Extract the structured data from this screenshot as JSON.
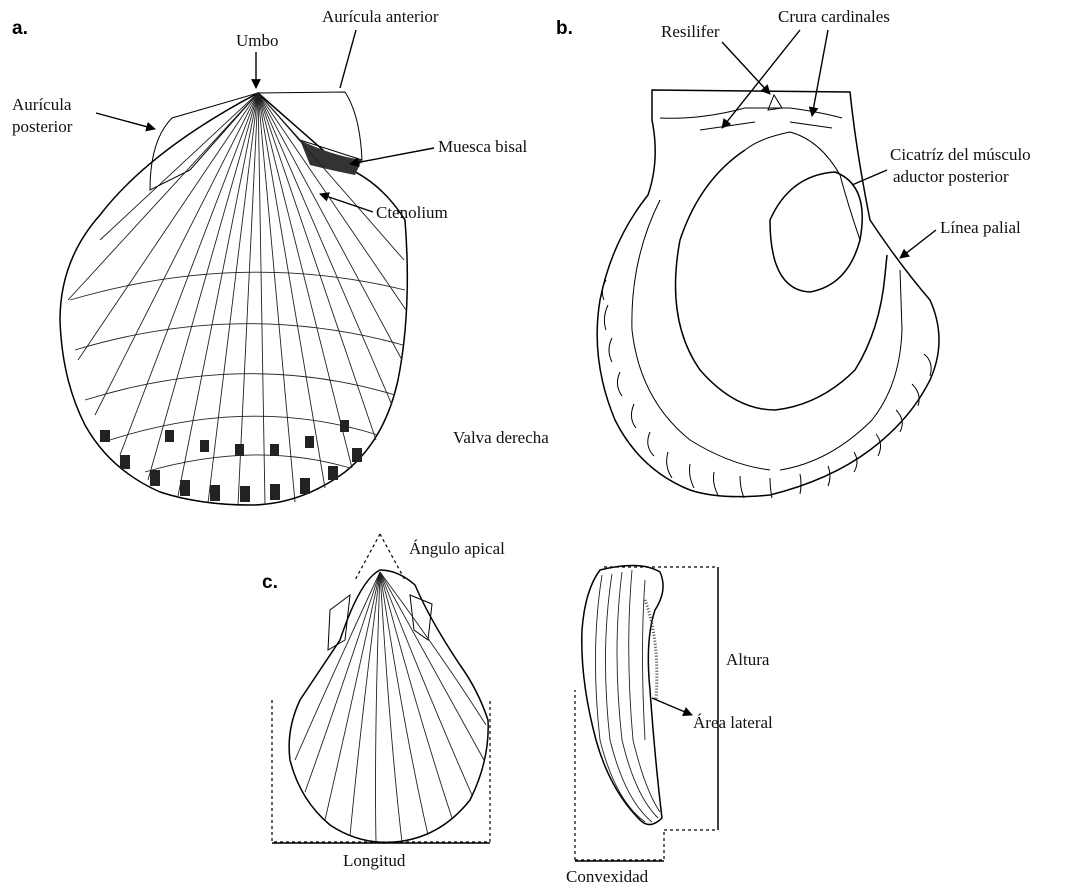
{
  "panels": {
    "a": "a.",
    "b": "b.",
    "c": "c."
  },
  "panel_a": {
    "umbo": "Umbo",
    "auricula_anterior": "Aurícula anterior",
    "auricula_posterior_line1": "Aurícula",
    "auricula_posterior_line2": "posterior",
    "muesca_bisal": "Muesca bisal",
    "ctenolium": "Ctenolium",
    "valva_derecha": "Valva derecha"
  },
  "panel_b": {
    "resilifer": "Resilifer",
    "crura_cardinales": "Crura cardinales",
    "cicatriz_line1": "Cicatríz del músculo",
    "cicatriz_line2": "aductor posterior",
    "linea_palial": "Línea palial"
  },
  "panel_c": {
    "angulo_apical": "Ángulo apical",
    "longitud": "Longitud",
    "altura": "Altura",
    "area_lateral": "Área lateral",
    "convexidad": "Convexidad"
  }
}
